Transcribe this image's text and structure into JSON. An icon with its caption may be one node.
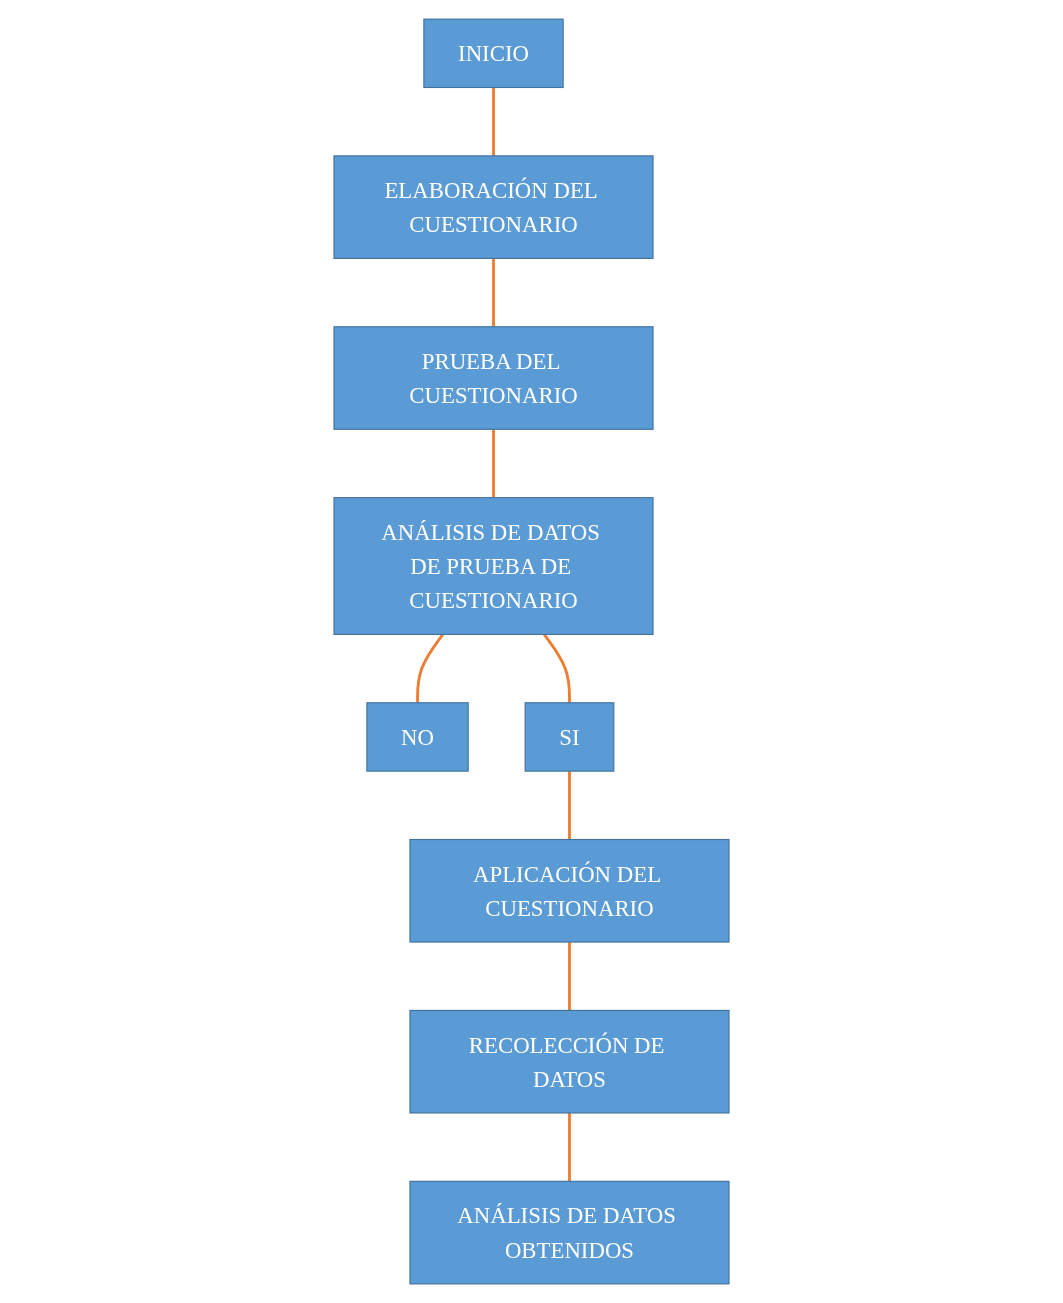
{
  "diagram": {
    "nodes": [
      {
        "text": [
          "INICIO"
        ]
      },
      {
        "text": [
          "ELABORACIÓN DEL CUESTIONARIO"
        ]
      },
      {
        "text": [
          "PRUEBA DEL CUESTIONARIO"
        ]
      },
      {
        "text": [
          "ANÁLISIS DE DATOS DE PRUEBA DE CUESTIONARIO"
        ]
      },
      {
        "text": [
          "NO"
        ]
      },
      {
        "text": [
          "SI"
        ]
      },
      {
        "text": [
          "APLICACIÓN DEL CUESTIONARIO"
        ]
      },
      {
        "text": [
          "RECOLECCIÓN DE DATOS"
        ]
      },
      {
        "text": [
          "ANÁLISIS DE DATOS OBTENIDOS"
        ]
      }
    ],
    "edges": [
      {
        "from": 0,
        "to": 1,
        "arrow": "none"
      },
      {
        "from": 1,
        "to": 2,
        "arrow": "none"
      },
      {
        "from": 2,
        "to": 3,
        "arrow": "none"
      },
      {
        "from": 3,
        "to": 4,
        "arrow": "none"
      },
      {
        "from": 3,
        "to": 5,
        "arrow": "none"
      },
      {
        "from": 5,
        "to": 6,
        "arrow": "none"
      },
      {
        "from": 6,
        "to": 7,
        "arrow": "none"
      },
      {
        "from": 7,
        "to": 8,
        "arrow": "none"
      }
    ]
  }
}
